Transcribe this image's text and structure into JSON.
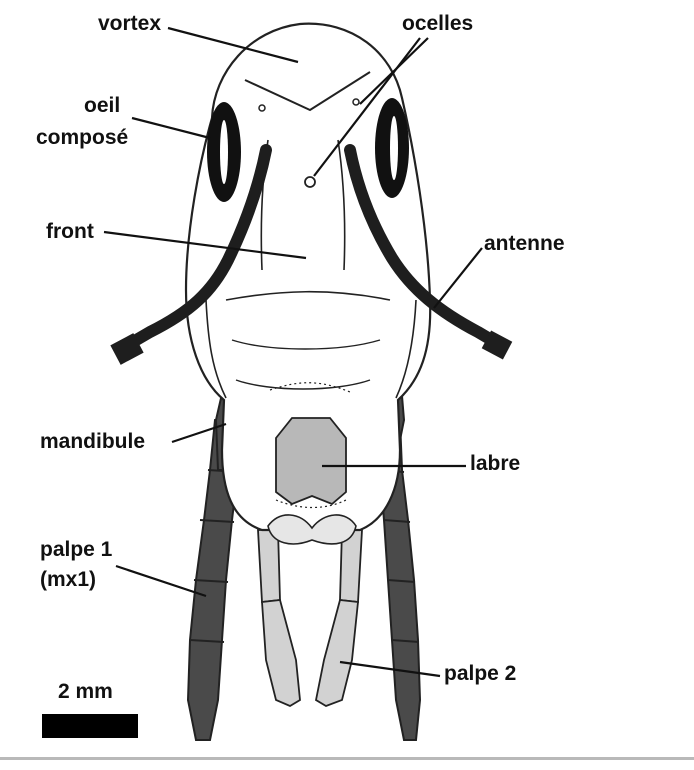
{
  "labels": {
    "vortex": "vortex",
    "ocelles": "ocelles",
    "oeil_line1": "oeil",
    "oeil_line2": "composé",
    "front": "front",
    "antenne": "antenne",
    "mandibule": "mandibule",
    "labre": "labre",
    "palpe1_line1": "palpe 1",
    "palpe1_line2": "(mx1)",
    "palpe2": "palpe 2"
  },
  "scale_bar": {
    "label": "2 mm"
  },
  "colors": {
    "outline": "#222222",
    "eye": "#111111",
    "antenna": "#1e1e1e",
    "mandible_palp": "#4a4a4a",
    "labrum": "#b8b8b8",
    "light_palp": "#d2d2d2",
    "head": "#ffffff"
  }
}
